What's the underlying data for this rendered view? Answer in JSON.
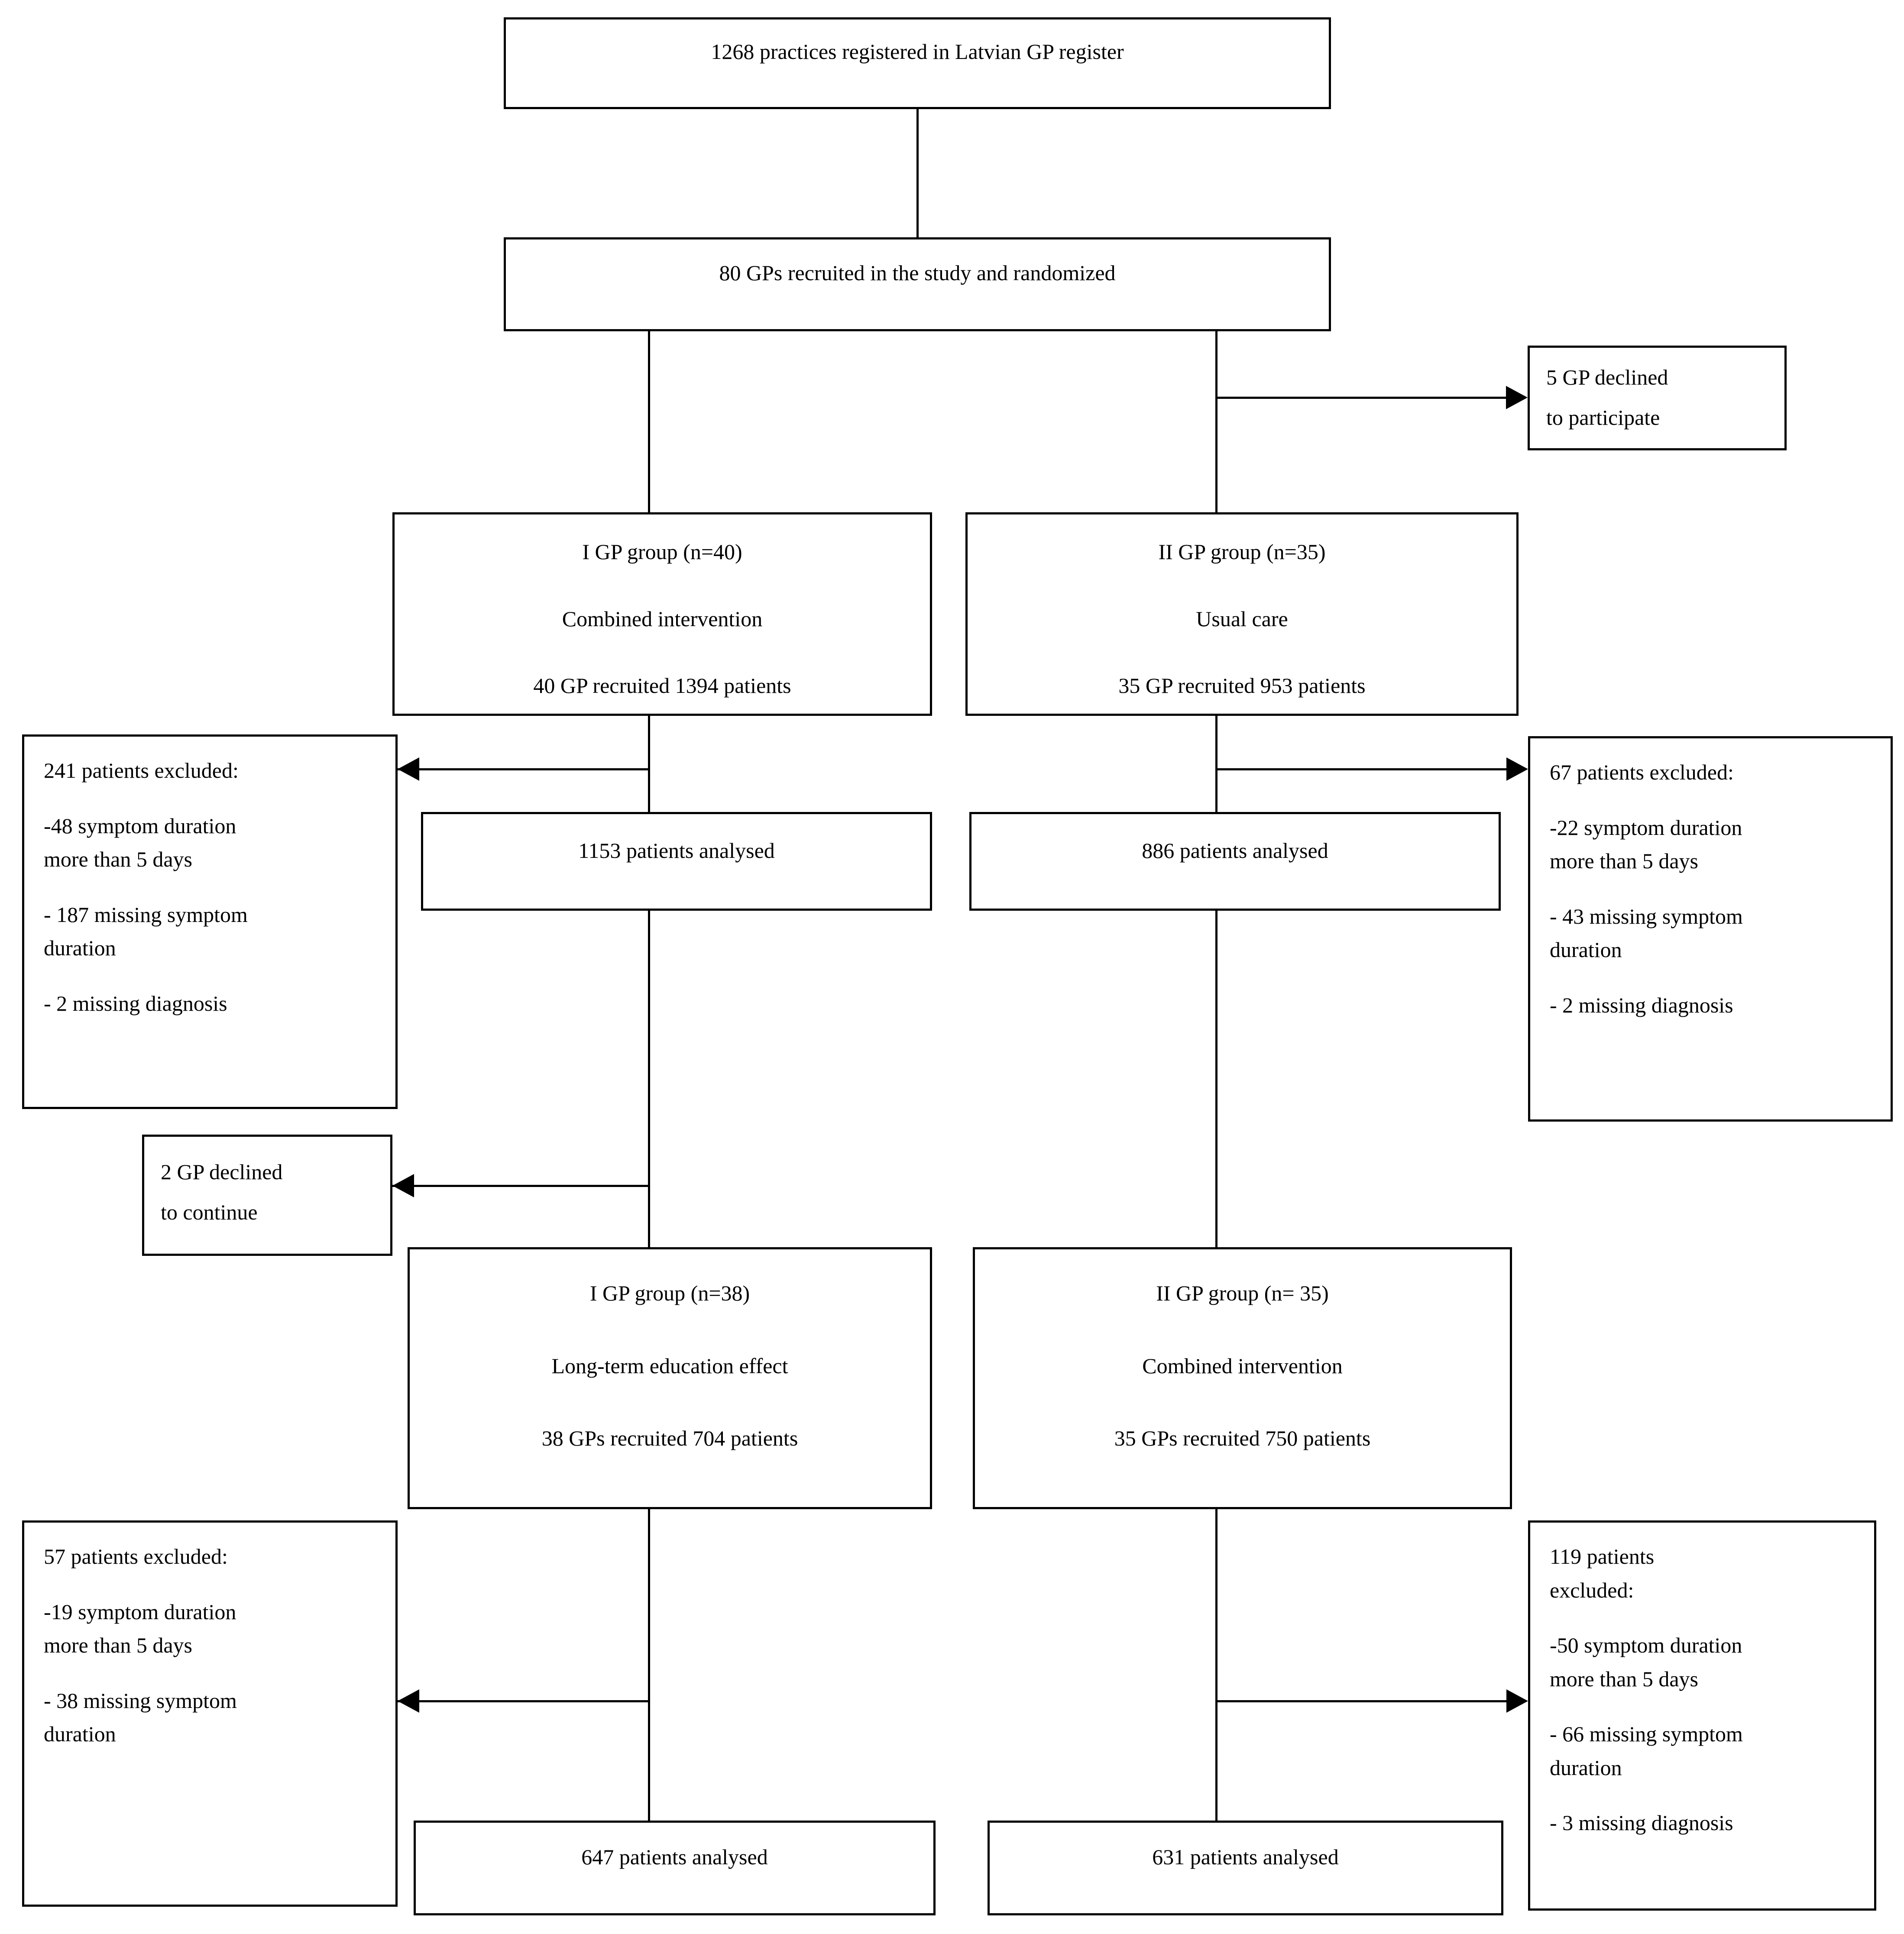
{
  "figure": {
    "colors": {
      "line": "#000000",
      "text": "#000000",
      "background": "#ffffff"
    },
    "boxes": {
      "register": {
        "text": "1268 practices registered in Latvian GP register"
      },
      "randomized": {
        "text": "80 GPs recruited in the study and randomized"
      },
      "gp_declined_participate": {
        "text": "5 GP declined\nto participate"
      },
      "group1_initial": {
        "lines": [
          "I GP group (n=40)",
          "Combined intervention",
          "40 GP recruited 1394 patients"
        ]
      },
      "group2_initial": {
        "lines": [
          "II GP group (n=35)",
          "Usual care",
          "35 GP recruited 953 patients"
        ]
      },
      "excluded_group1_initial": {
        "title": "241 patients excluded:",
        "items": [
          "-48 symptom duration\nmore than 5 days",
          "- 187 missing symptom\nduration",
          "- 2 missing diagnosis"
        ]
      },
      "excluded_group2_initial": {
        "title": "67 patients excluded:",
        "items": [
          "-22 symptom duration\nmore than 5 days",
          "- 43 missing symptom\nduration",
          "- 2 missing diagnosis"
        ]
      },
      "analysed_group1_initial": {
        "text": "1153 patients analysed"
      },
      "analysed_group2_initial": {
        "text": "886 patients analysed"
      },
      "gp_declined_continue": {
        "text": "2 GP declined\nto continue"
      },
      "group1_followup": {
        "lines": [
          "I GP group (n=38)",
          "Long-term education effect",
          "38 GPs recruited 704 patients"
        ]
      },
      "group2_followup": {
        "lines": [
          "II GP group (n= 35)",
          "Combined intervention",
          "35 GPs recruited 750 patients"
        ]
      },
      "excluded_group1_followup": {
        "title": "57 patients excluded:",
        "items": [
          "-19 symptom duration\nmore than 5 days",
          "- 38 missing symptom\nduration"
        ]
      },
      "excluded_group2_followup": {
        "title": "119 patients\nexcluded:",
        "items": [
          "-50 symptom duration\nmore than 5 days",
          "- 66 missing symptom\nduration",
          "- 3 missing diagnosis"
        ]
      },
      "analysed_group1_followup": {
        "text": "647 patients analysed"
      },
      "analysed_group2_followup": {
        "text": "631 patients analysed"
      }
    }
  }
}
